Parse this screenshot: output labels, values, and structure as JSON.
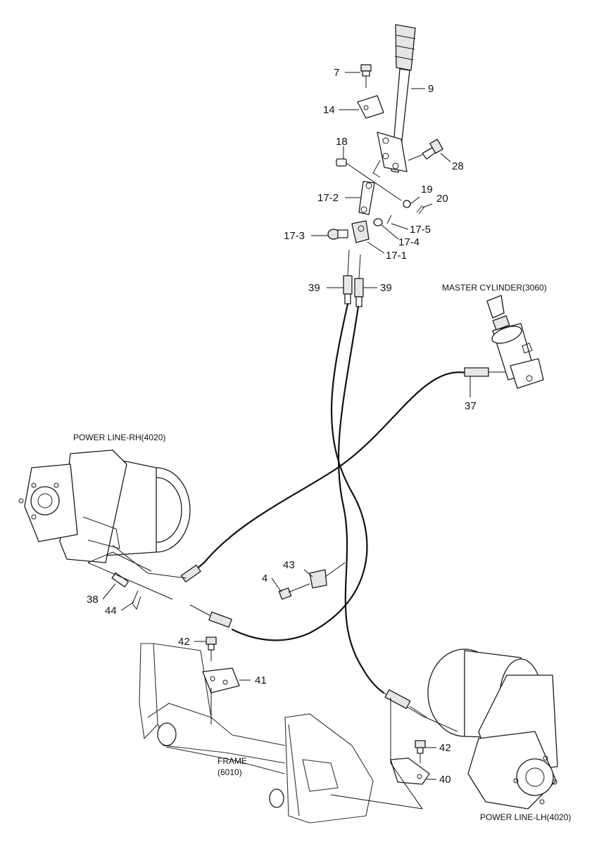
{
  "callouts": {
    "c7": "7",
    "c9": "9",
    "c14": "14",
    "c18": "18",
    "c28": "28",
    "c17_2": "17-2",
    "c19": "19",
    "c20": "20",
    "c17_5": "17-5",
    "c17_3": "17-3",
    "c17_4": "17-4",
    "c17_1": "17-1",
    "c39_left": "39",
    "c39_right": "39",
    "c37": "37",
    "c43": "43",
    "c4": "4",
    "c38": "38",
    "c44": "44",
    "c42_left": "42",
    "c41": "41",
    "c42_right": "42",
    "c40": "40"
  },
  "assemblies": {
    "master_cylinder": "MASTER CYLINDER(3060)",
    "power_line_rh": "POWER LINE-RH(4020)",
    "frame_line1": "FRAME",
    "frame_line2": "(6010)",
    "power_line_lh": "POWER LINE-LH(4020)"
  }
}
